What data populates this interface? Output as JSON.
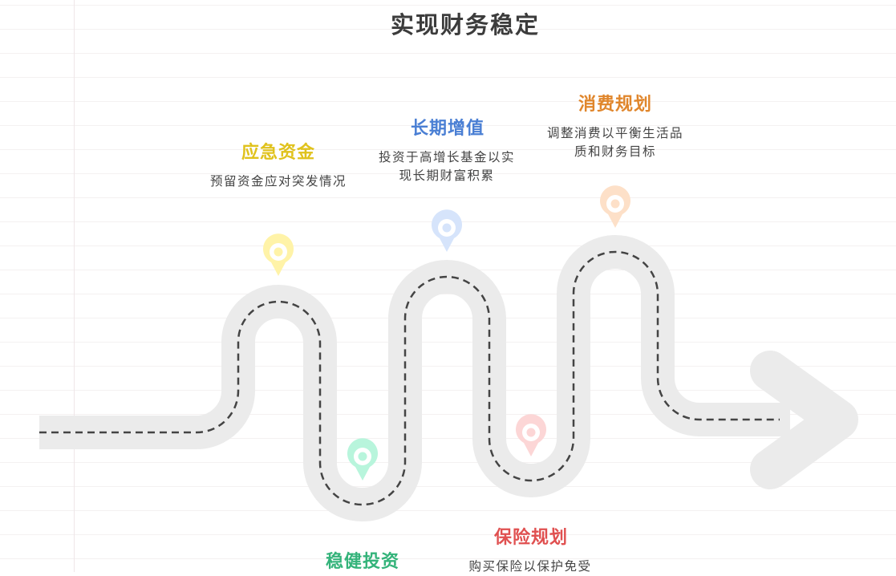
{
  "title": "实现财务稳定",
  "colors": {
    "road": "#ebebeb",
    "dash": "#444444",
    "background_line": "#f4f1f1"
  },
  "steps": [
    {
      "title": "应急资金",
      "desc": "预留资金应对突发情况",
      "color": "#e0c21c",
      "pin_color": "#fff3a8",
      "pin_icon": "location-pin-icon"
    },
    {
      "title": "稳健投资",
      "desc": "",
      "color": "#34b37a",
      "pin_color": "#b8f5dc",
      "pin_icon": "location-pin-icon"
    },
    {
      "title": "长期增值",
      "desc": "投资于高增长基金以实现长期财富积累",
      "color": "#4a7fd4",
      "pin_color": "#d6e4fb",
      "pin_icon": "location-pin-icon"
    },
    {
      "title": "保险规划",
      "desc": "购买保险以保护免受",
      "color": "#e05050",
      "pin_color": "#fcd6d6",
      "pin_icon": "location-pin-icon"
    },
    {
      "title": "消费规划",
      "desc": "调整消费以平衡生活品质和财务目标",
      "color": "#e0862c",
      "pin_color": "#fde0c8",
      "pin_icon": "location-pin-icon"
    }
  ]
}
